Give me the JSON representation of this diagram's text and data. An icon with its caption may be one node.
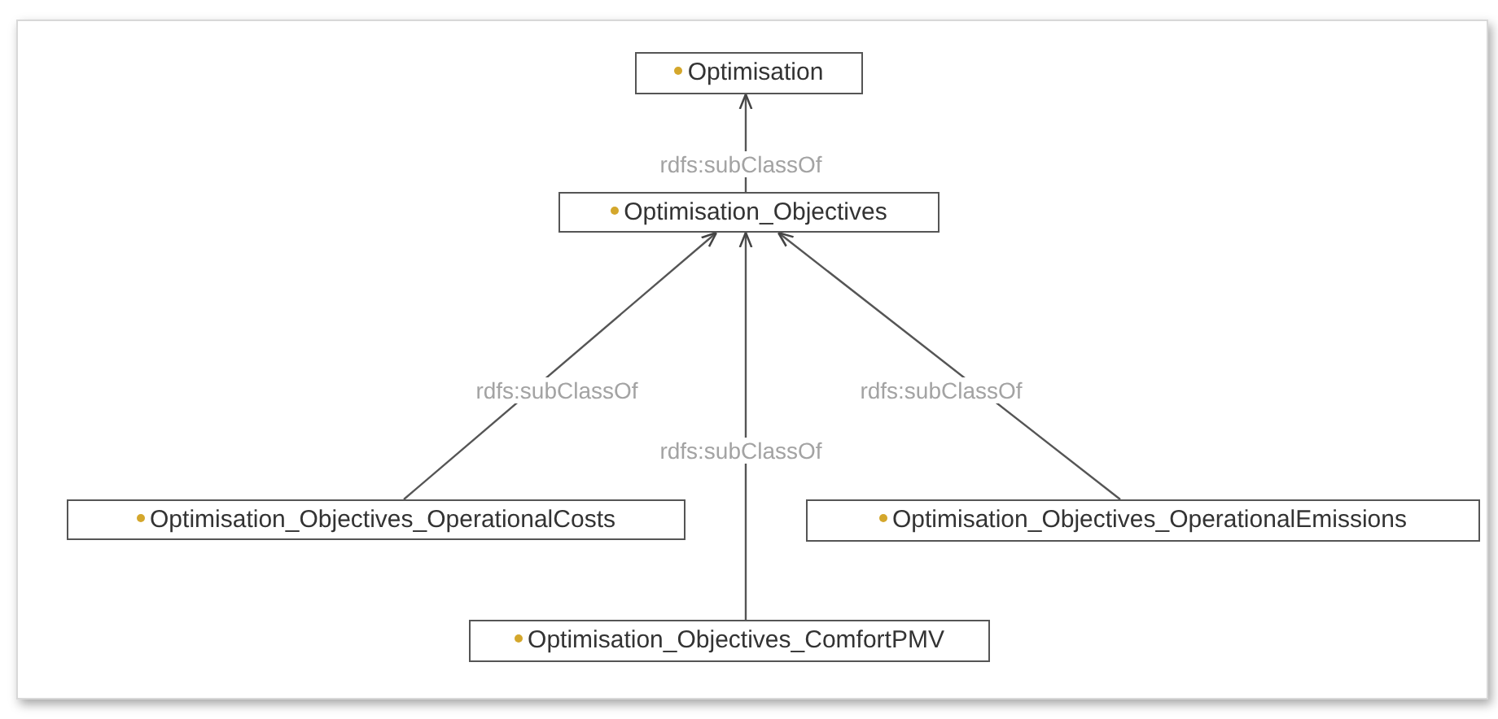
{
  "diagram": {
    "nodes": [
      {
        "text": [
          "Optimisation"
        ]
      },
      {
        "text": [
          "Optimisation_Objectives"
        ]
      },
      {
        "text": [
          "Optimisation_Objectives_OperationalCosts"
        ]
      },
      {
        "text": [
          "Optimisation_Objectives_OperationalEmissions"
        ]
      },
      {
        "text": [
          "Optimisation_Objectives_ComfortPMV"
        ]
      }
    ],
    "edges": [
      {
        "from": 1,
        "to": 0,
        "arrow": "to",
        "label": "rdfs:subClassOf"
      },
      {
        "from": 2,
        "to": 1,
        "arrow": "to",
        "label": "rdfs:subClassOf"
      },
      {
        "from": 4,
        "to": 1,
        "arrow": "to",
        "label": "rdfs:subClassOf"
      },
      {
        "from": 3,
        "to": 1,
        "arrow": "to",
        "label": "rdfs:subClassOf"
      }
    ]
  }
}
